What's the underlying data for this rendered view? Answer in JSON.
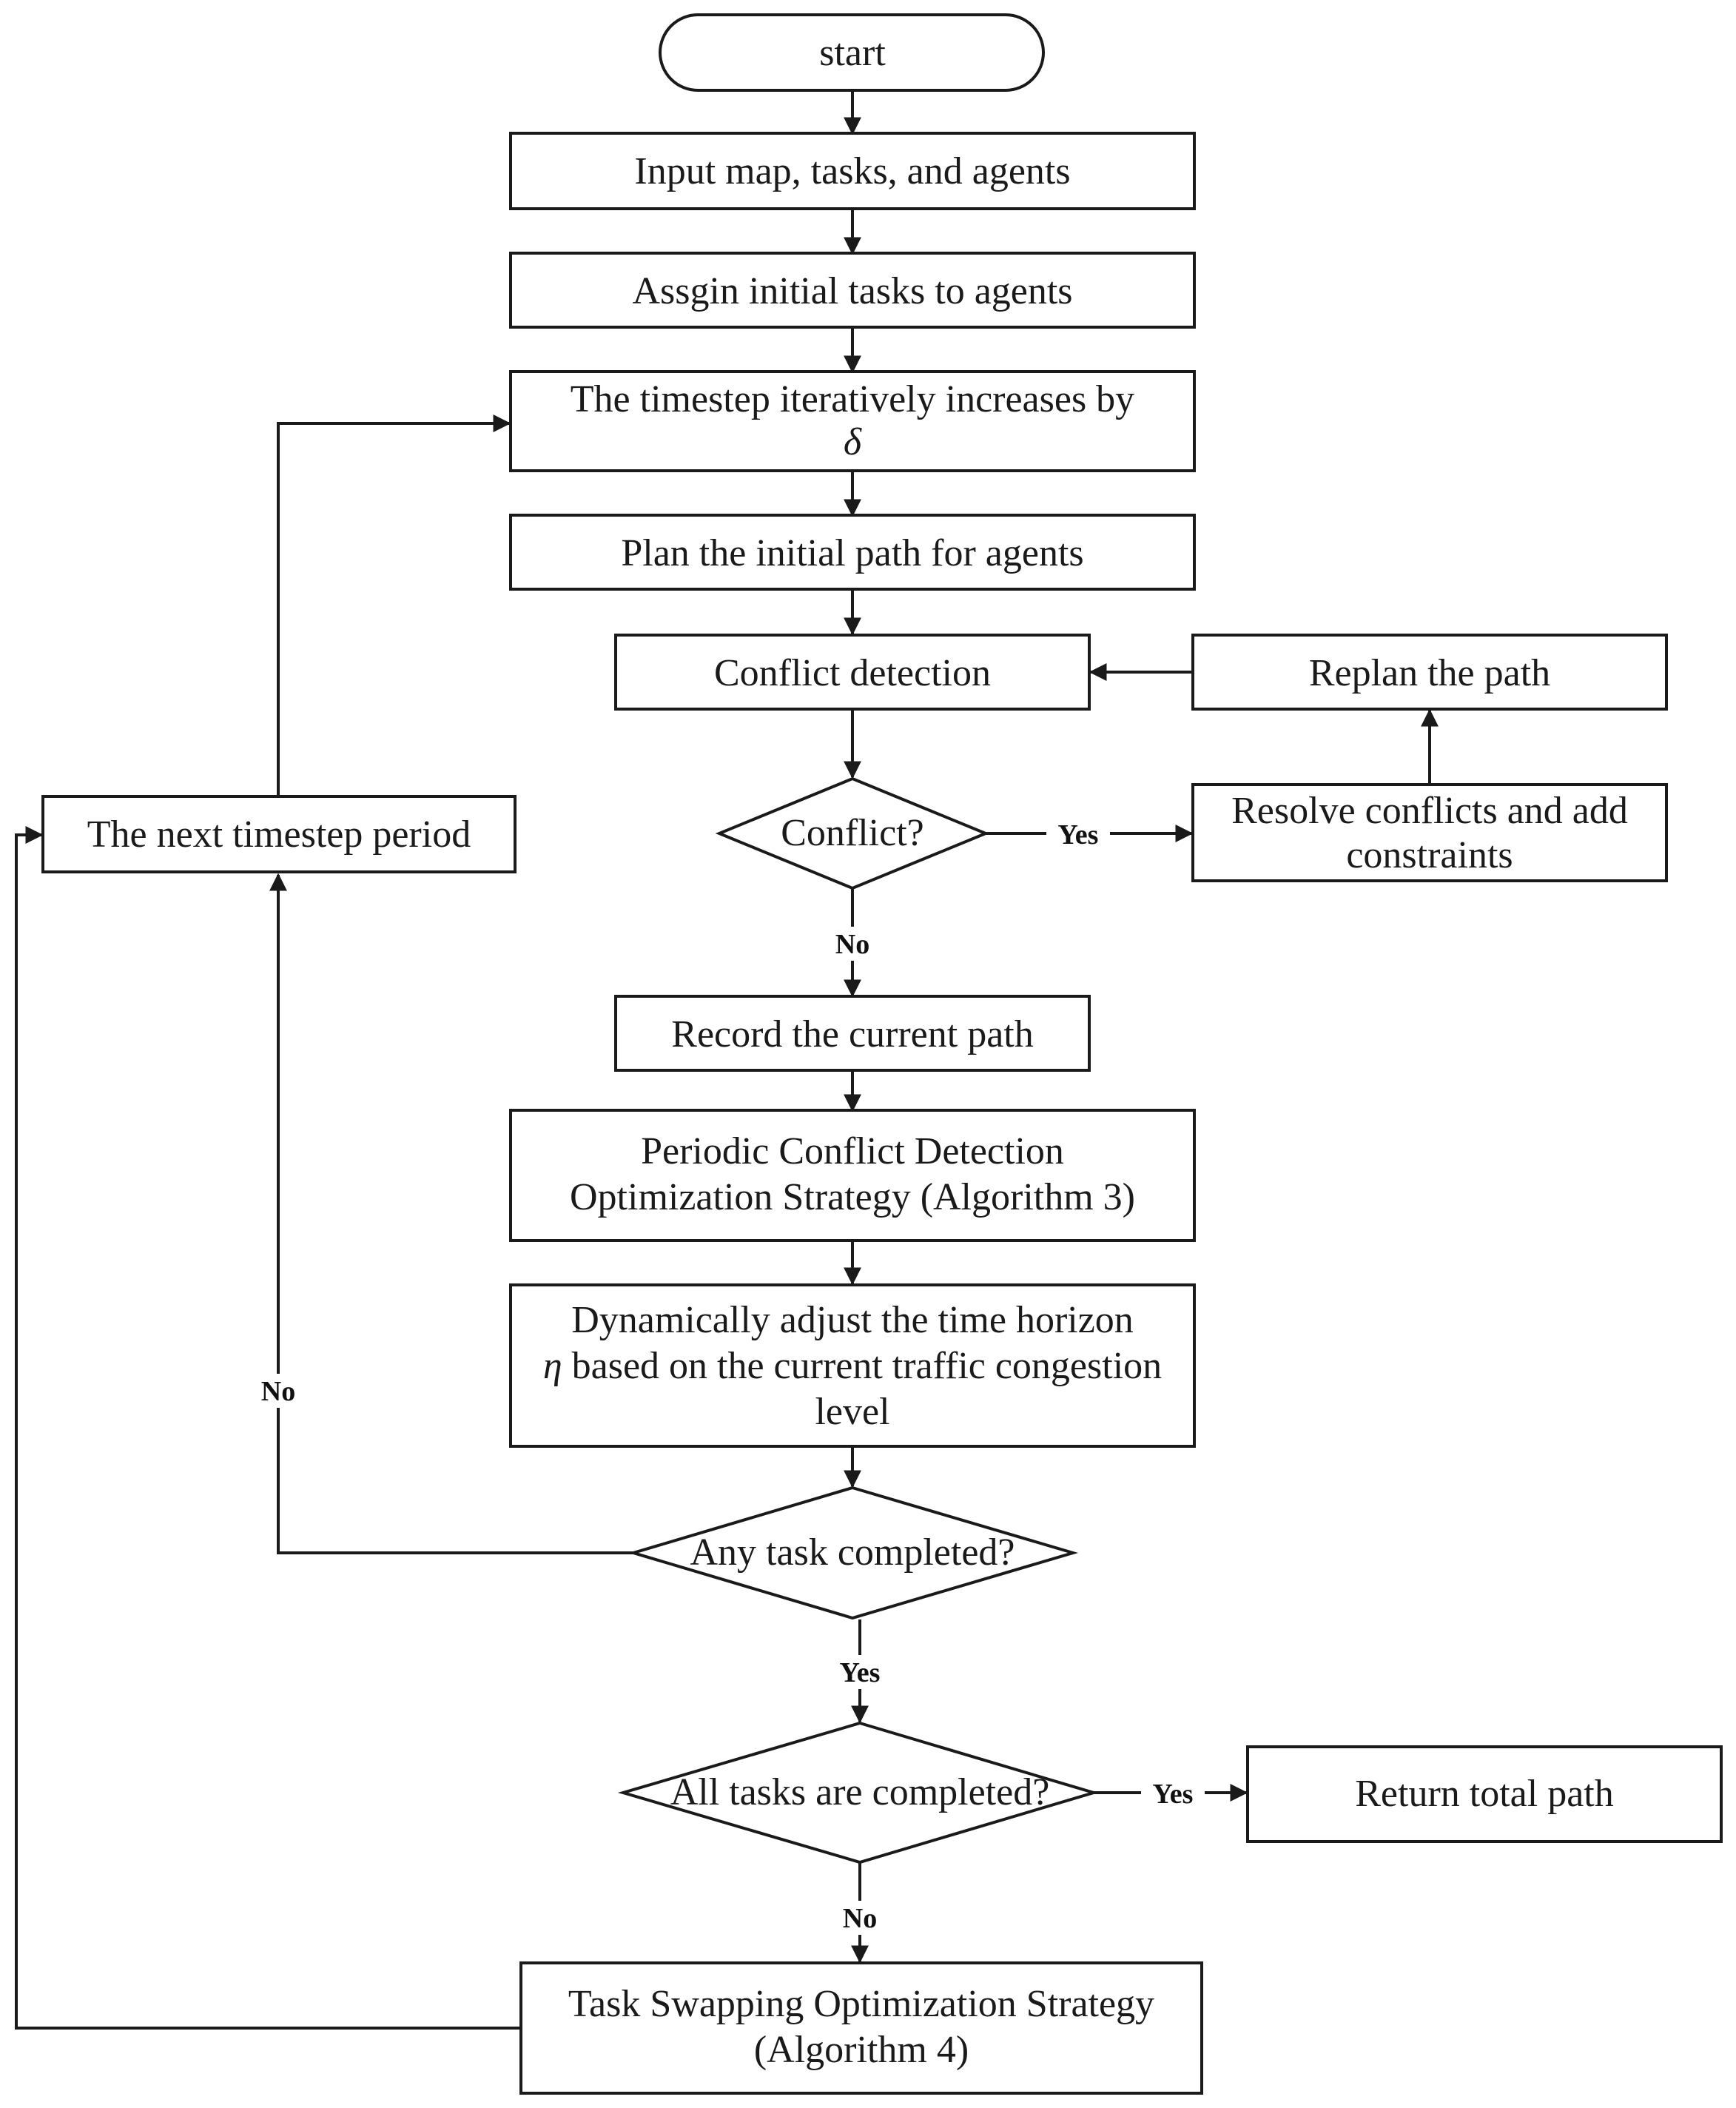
{
  "nodes": {
    "start": "start",
    "input": "Input map, tasks, and agents",
    "assign": "Assgin initial tasks to agents",
    "timestep_line1": "The timestep iteratively increases by",
    "timestep_line2": "δ",
    "plan": "Plan the initial path for agents",
    "conflict_detection": "Conflict detection",
    "replan": "Replan the path",
    "conflict_q": "Conflict?",
    "resolve_line1": "Resolve conflicts and add",
    "resolve_line2": "constraints",
    "next_period": "The next timestep period",
    "record": "Record the current path",
    "periodic_line1": "Periodic Conflict Detection",
    "periodic_line2": "Optimization Strategy (Algorithm 3)",
    "dynamic_line1": "Dynamically adjust the time horizon",
    "dynamic_line2_sym": "η",
    "dynamic_line2_rest": " based on the current traffic congestion",
    "dynamic_line3": "level",
    "any_task_q": "Any task completed?",
    "all_tasks_q": "All tasks are completed?",
    "return_total": "Return total path",
    "swap_line1": "Task Swapping Optimization Strategy",
    "swap_line2": "(Algorithm 4)"
  },
  "edge_labels": {
    "conflict_yes": "Yes",
    "conflict_no": "No",
    "any_task_no": "No",
    "any_task_yes": "Yes",
    "all_tasks_yes": "Yes",
    "all_tasks_no": "No"
  }
}
